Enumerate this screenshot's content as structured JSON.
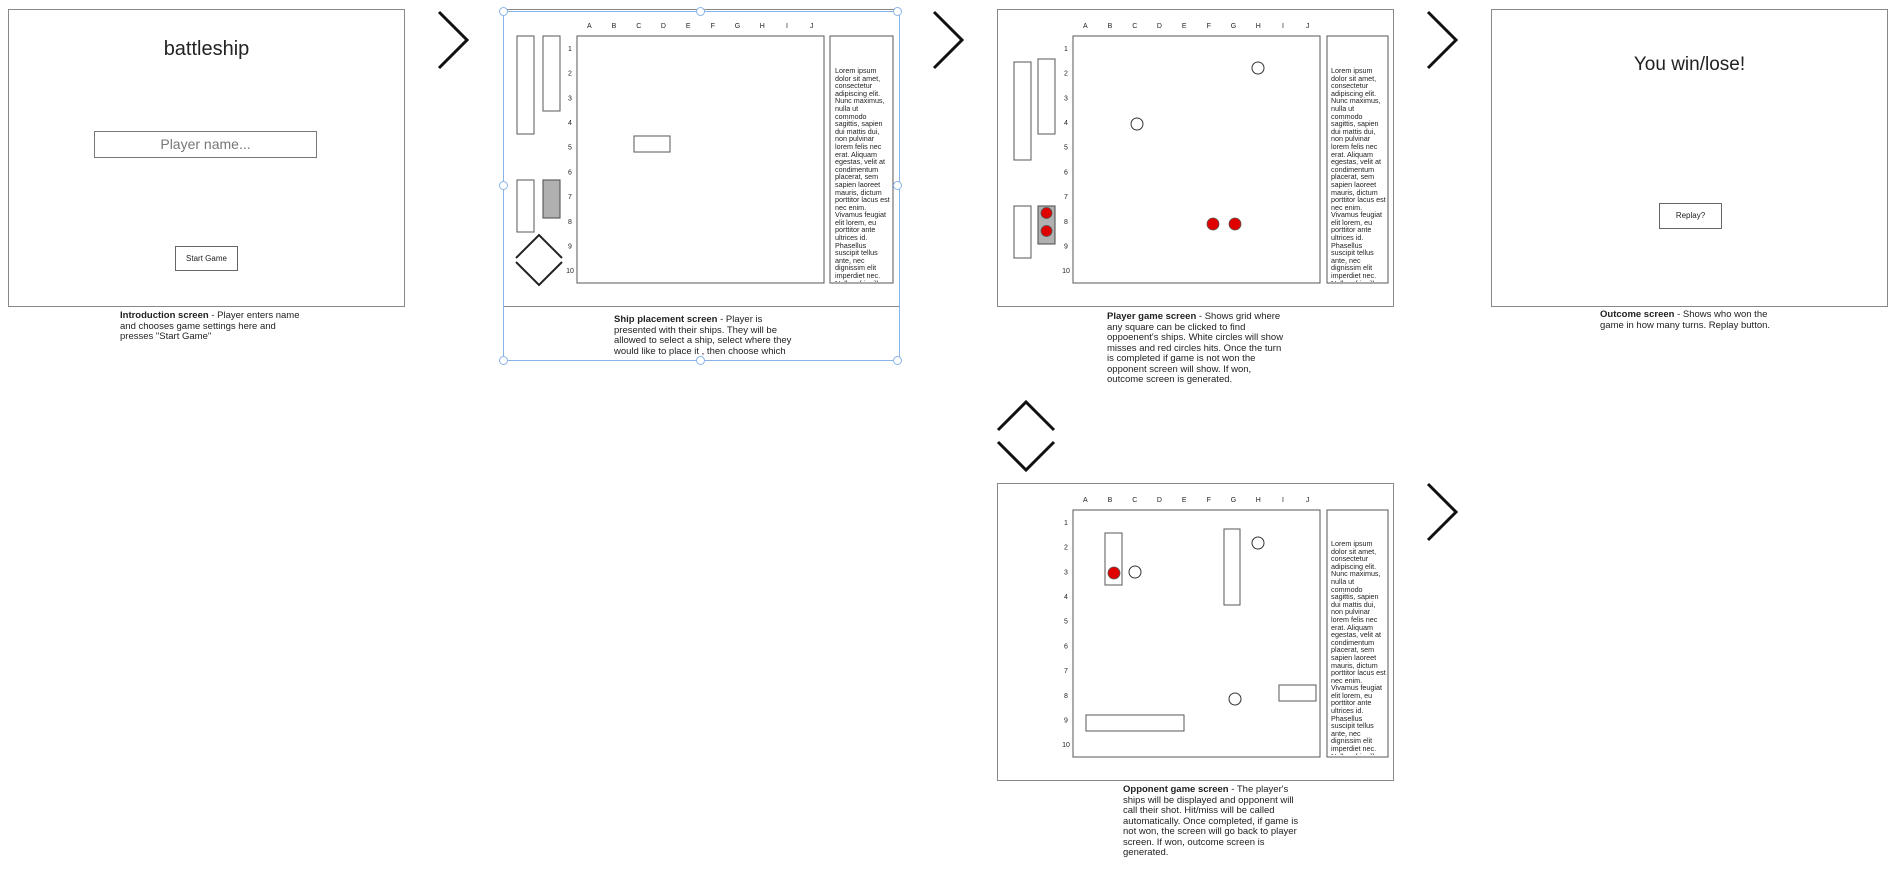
{
  "columns": [
    "A",
    "B",
    "C",
    "D",
    "E",
    "F",
    "G",
    "H",
    "I",
    "J"
  ],
  "rows": [
    "1",
    "2",
    "3",
    "4",
    "5",
    "6",
    "7",
    "8",
    "9",
    "10"
  ],
  "lorem": "Lorem ipsum dolor sit amet, consectetur adipiscing elit. Nunc maximus, nulla ut commodo sagittis, sapien dui mattis dui, non pulvinar lorem felis nec erat. Aliquam egestas, velit at condimentum placerat, sem sapien laoreet mauris, dictum porttitor lacus est nec enim. Vivamus feugiat elit lorem, eu porttitor ante ultrices id. Phasellus suscipit tellus ante, nec dignissim elit imperdiet nec. Nullam fringilla",
  "intro": {
    "title": "battleship",
    "name_placeholder": "Player name...",
    "start_label": "Start Game",
    "caption_bold": "Introduction screen",
    "caption_text": " - Player enters name and chooses game settings here and presses \"Start Game\""
  },
  "placement": {
    "caption_bold": "Ship placement screen",
    "caption_text": " - Player is presented with their ships. They will be allowed to select a ship, select where they would like to place it , then choose which"
  },
  "player_game": {
    "caption_bold": "Player game screen",
    "caption_text": " - Shows grid where any square can be clicked to find oppoenent's ships. White circles will show misses and red circles hits. Once the turn is completed if game is not won the opponent screen will show. If won, outcome screen is generated."
  },
  "outcome": {
    "title": "You win/lose!",
    "replay_label": "Replay?",
    "caption_bold": "Outcome screen",
    "caption_text": " - Shows who won the game in how many turns. Replay button."
  },
  "opponent_game": {
    "caption_bold": "Opponent game screen",
    "caption_text": " - The player's ships will be displayed and opponent will call their shot. Hit/miss will be called automatically. Once completed, if game is not won, the screen will go back to player screen. If won, outcome screen is generated."
  },
  "colors": {
    "hit": "#e00000",
    "miss": "#ffffff",
    "selection": "#8ab4e8",
    "selected_ship": "#b0b0b0"
  }
}
